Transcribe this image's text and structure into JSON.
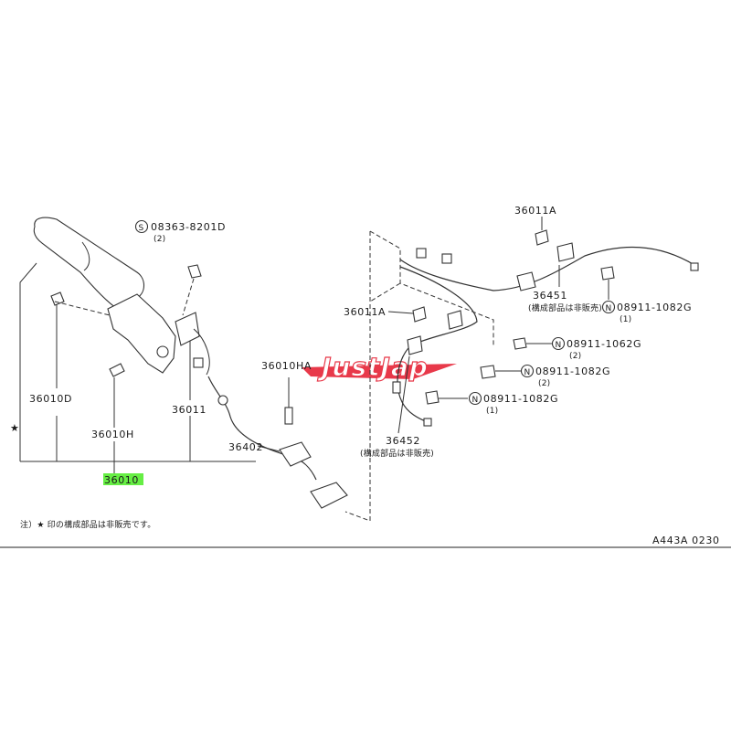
{
  "watermark": {
    "text": "JustJap",
    "color": "#e8394a"
  },
  "highlight_color": "#66ee44",
  "labels": {
    "p36010": "36010",
    "p36010D": "36010D",
    "p36010H": "36010H",
    "p36011": "36011",
    "p36402": "36402",
    "p36010HA": "36010HA",
    "p36011A_top": "36011A",
    "p36011A_mid": "36011A",
    "p36451": "36451",
    "p36452": "36452",
    "s_bolt": "08363-8201D",
    "s_bolt_qty": "(2)",
    "n1": "08911-1082G",
    "n1_qty": "(1)",
    "n2": "08911-1062G",
    "n2_qty": "(2)",
    "n3": "08911-1082G",
    "n3_qty": "(2)",
    "n4": "08911-1082G",
    "n4_qty": "(1)",
    "not_sold_1": "(構成部品は非販売)",
    "not_sold_2": "(構成部品は非販売)",
    "s_letter": "S",
    "n_letter": "N",
    "star": "★"
  },
  "footnote": "注）★ 印の構成部品は非販売です。",
  "diagram_code": "A443A 0230"
}
